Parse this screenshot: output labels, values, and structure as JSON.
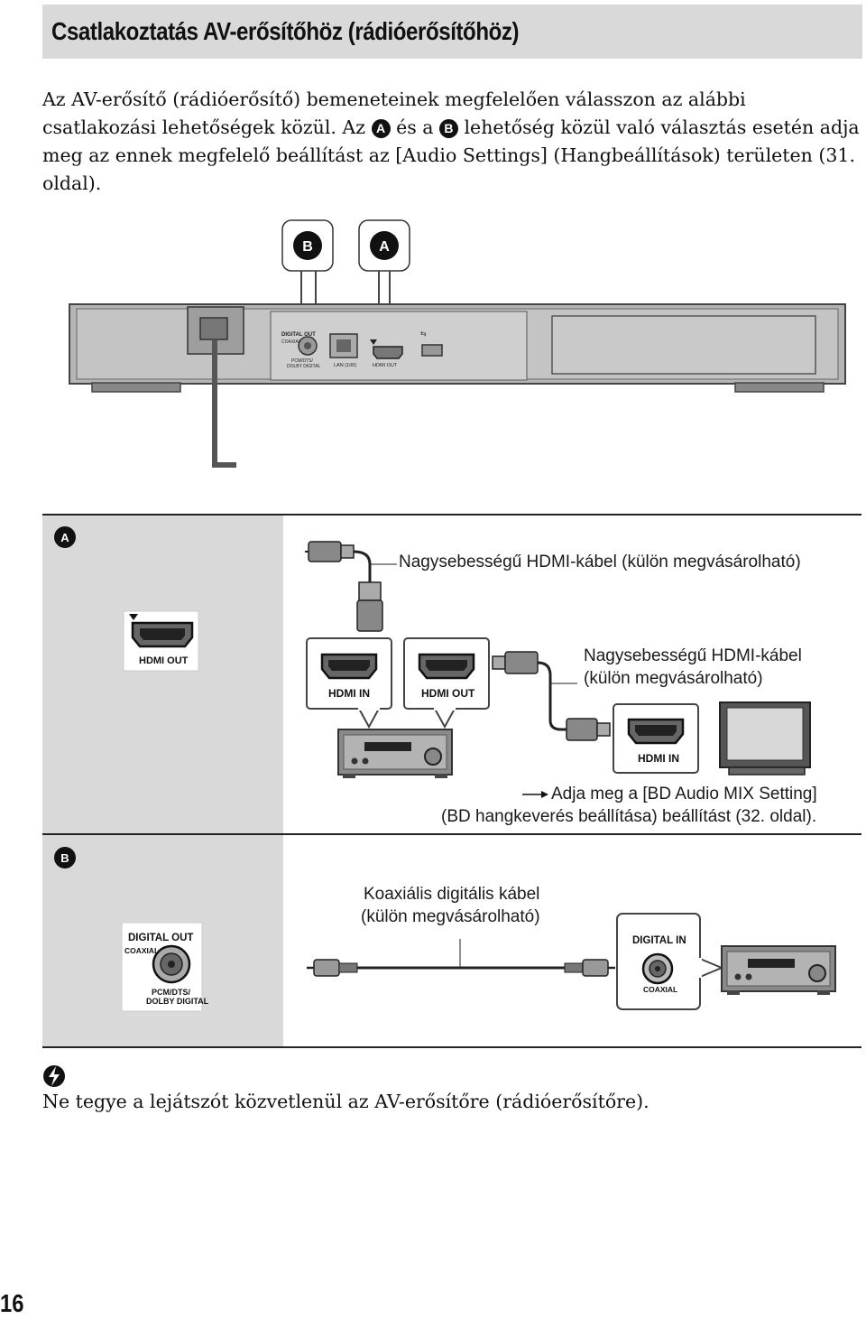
{
  "header": {
    "title": "Csatlakoztatás AV-erősítőhöz (rádióerősítőhöz)"
  },
  "intro": {
    "part1": "Az AV-erősítő (rádióerősítő) bemeneteinek megfelelően válasszon az alábbi csatlakozási lehetőségek közül. Az ",
    "badge_a": "A",
    "part2": " és a ",
    "badge_b": "B",
    "part3": " lehetőség közül való választás esetén adja meg az ennek megfelelő beállítást az [Audio Settings] (Hangbeállítások) területen (31. oldal)."
  },
  "device": {
    "callout_b": "B",
    "callout_a": "A",
    "port_digital_out": "DIGITAL OUT",
    "port_coaxial": "COAXIAL",
    "port_pcm": "PCM/DTS/",
    "port_dolby": "DOLBY DIGITAL",
    "port_lan": "LAN (100)",
    "port_hdmi_out": "HDMI OUT"
  },
  "section_a": {
    "label": "A",
    "player_port": "HDMI OUT",
    "cable1_label": "Nagysebességű HDMI-kábel (külön megvásárolható)",
    "amp_hdmi_in": "HDMI IN",
    "amp_hdmi_out": "HDMI OUT",
    "cable2_line1": "Nagysebességű HDMI-kábel",
    "cable2_line2": "(külön megvásárolható)",
    "tv_hdmi_in": "HDMI IN",
    "note_line1": "Adja meg a [BD Audio MIX Setting]",
    "note_line2": "(BD hangkeverés beállítása) beállítást (32. oldal)."
  },
  "section_b": {
    "label": "B",
    "player_digital_out": "DIGITAL OUT",
    "player_coaxial": "COAXIAL",
    "player_pcm": "PCM/DTS/",
    "player_dolby": "DOLBY DIGITAL",
    "cable_line1": "Koaxiális digitális kábel",
    "cable_line2": "(külön megvásárolható)",
    "amp_digital_in": "DIGITAL IN",
    "amp_coaxial": "COAXIAL"
  },
  "note": {
    "text": "Ne tegye a lejátszót közvetlenül az AV-erősítőre (rádióerősítőre)."
  },
  "page_number": "16"
}
